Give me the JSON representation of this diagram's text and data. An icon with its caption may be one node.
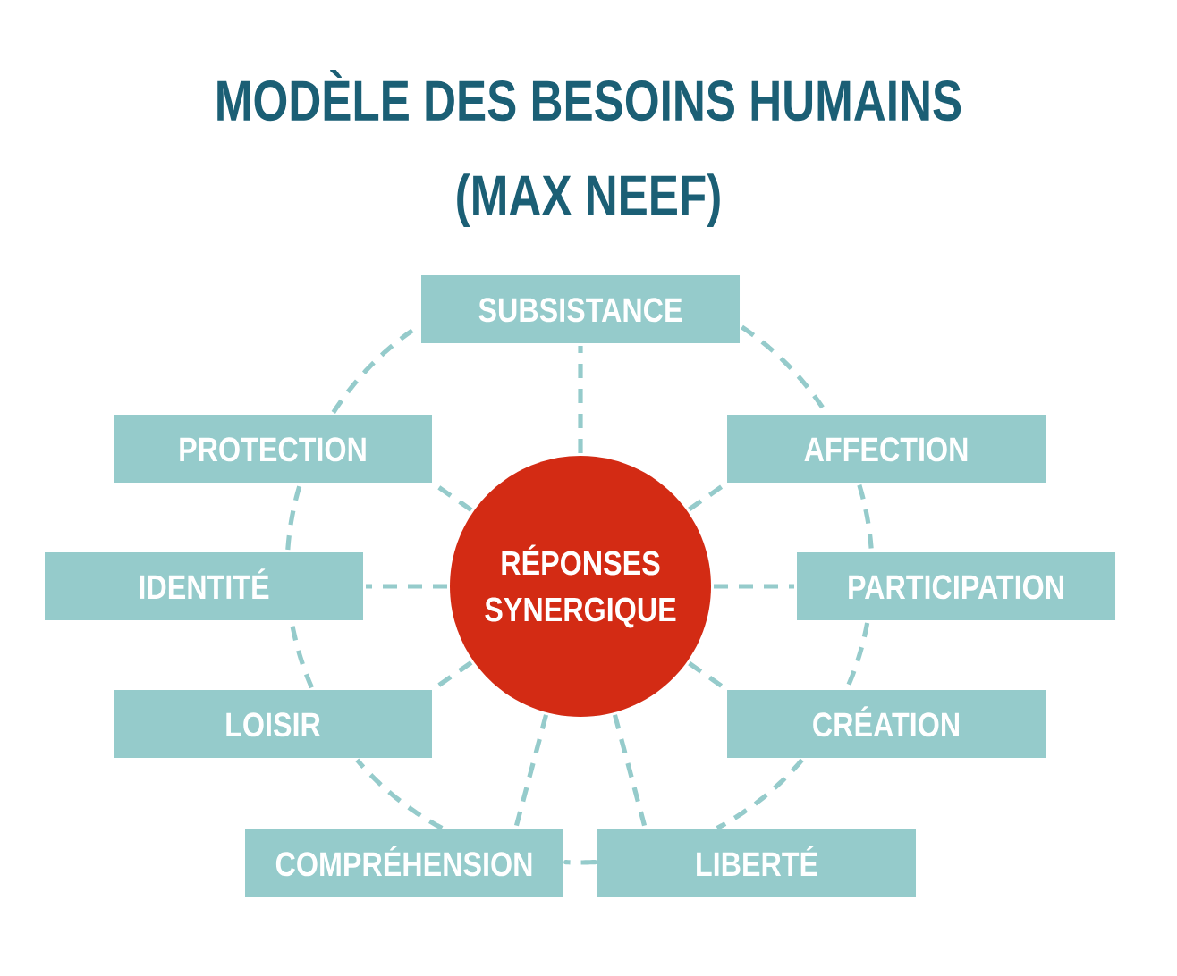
{
  "diagram": {
    "title": "MODÈLE DES BESOINS HUMAINS (MAX NEEF)",
    "nodes": [
      {
        "text": [
          "SUBSISTANCE"
        ]
      },
      {
        "text": [
          "PROTECTION"
        ]
      },
      {
        "text": [
          "AFFECTION"
        ]
      },
      {
        "text": [
          "IDENTITÉ"
        ]
      },
      {
        "text": [
          "RÉPONSES SYNERGIQUE"
        ]
      },
      {
        "text": [
          "PARTICIPATION"
        ]
      },
      {
        "text": [
          "LOISIR"
        ]
      },
      {
        "text": [
          "CRÉATION"
        ]
      },
      {
        "text": [
          "COMPRÉHENSION"
        ]
      },
      {
        "text": [
          "LIBERTÉ"
        ]
      }
    ],
    "edges": [
      {
        "from": 4,
        "to": 0,
        "arrow": "none",
        "style": "dashed"
      },
      {
        "from": 4,
        "to": 1,
        "arrow": "none",
        "style": "dashed"
      },
      {
        "from": 4,
        "to": 2,
        "arrow": "none",
        "style": "dashed"
      },
      {
        "from": 4,
        "to": 3,
        "arrow": "none",
        "style": "dashed"
      },
      {
        "from": 4,
        "to": 5,
        "arrow": "none",
        "style": "dashed"
      },
      {
        "from": 4,
        "to": 6,
        "arrow": "none",
        "style": "dashed"
      },
      {
        "from": 4,
        "to": 7,
        "arrow": "none",
        "style": "dashed"
      },
      {
        "from": 4,
        "to": 8,
        "arrow": "none",
        "style": "dashed"
      },
      {
        "from": 4,
        "to": 9,
        "arrow": "none",
        "style": "dashed"
      },
      {
        "from": 0,
        "to": 2,
        "arrow": "none",
        "style": "dashed"
      },
      {
        "from": 2,
        "to": 5,
        "arrow": "none",
        "style": "dashed"
      },
      {
        "from": 5,
        "to": 7,
        "arrow": "none",
        "style": "dashed"
      },
      {
        "from": 7,
        "to": 9,
        "arrow": "none",
        "style": "dashed"
      },
      {
        "from": 9,
        "to": 8,
        "arrow": "none",
        "style": "dashed"
      },
      {
        "from": 8,
        "to": 6,
        "arrow": "none",
        "style": "dashed"
      },
      {
        "from": 6,
        "to": 3,
        "arrow": "none",
        "style": "dashed"
      },
      {
        "from": 3,
        "to": 1,
        "arrow": "none",
        "style": "dashed"
      },
      {
        "from": 1,
        "to": 0,
        "arrow": "none",
        "style": "dashed"
      }
    ]
  }
}
